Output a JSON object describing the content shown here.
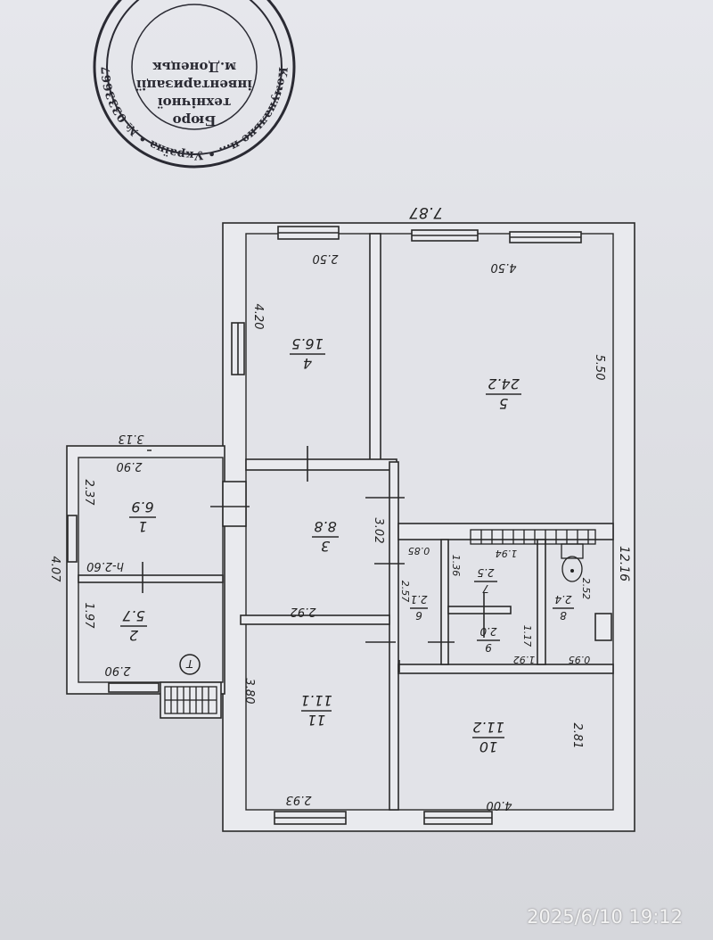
{
  "stamp": {
    "line1": "Бюро",
    "line2": "технічної",
    "line3": "інвентаризації",
    "line4": "м.Донецьк",
    "ring": "Комунальне п... • Україна • № 03336670"
  },
  "plan": {
    "overall": {
      "top": "7.87",
      "right": "12.16"
    },
    "rooms": [
      {
        "no": "4",
        "area": "16.5"
      },
      {
        "no": "5",
        "area": "24.2"
      },
      {
        "no": "1",
        "area": "6.9"
      },
      {
        "no": "2",
        "area": "5.7"
      },
      {
        "no": "3",
        "area": "8.8"
      },
      {
        "no": "11",
        "area": "11.1"
      },
      {
        "no": "10",
        "area": "11.2"
      },
      {
        "no": "6",
        "area": "2.1"
      },
      {
        "no": "7",
        "area": "2.5"
      },
      {
        "no": "9",
        "area": "2.0"
      },
      {
        "no": "8",
        "area": "2.4"
      }
    ],
    "dims": [
      "2.50",
      "4.50",
      "4.20",
      "5.50",
      "3.13",
      "2.90",
      "2.37",
      "4.07",
      "h-2.60",
      "1.97",
      "2.90",
      "3.02",
      "2.92",
      "3.80",
      "2.81",
      "4.00",
      "2.93",
      "0.85",
      "1.36",
      "1.94",
      "2.57",
      "2.52",
      "1.17",
      "1.92",
      "0.95"
    ]
  },
  "timestamp": "2025/6/10 19:12"
}
